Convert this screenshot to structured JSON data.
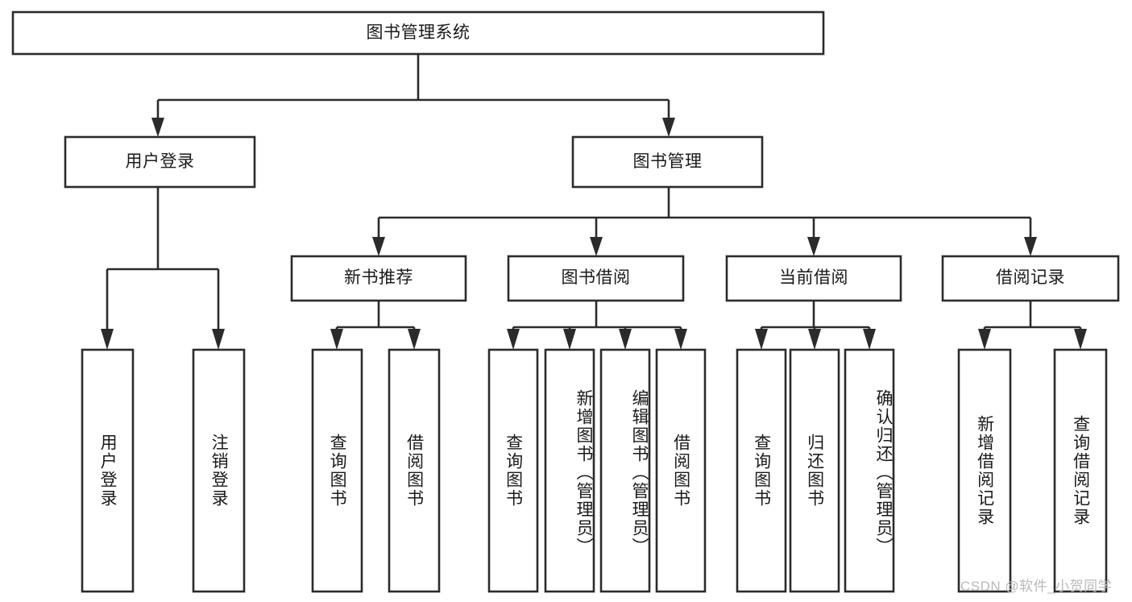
{
  "diagram": {
    "title": "图书管理系统",
    "watermark": "CSDN @软件_小贺同学",
    "colors": {
      "stroke": "#2b2b2b",
      "fill": "#ffffff",
      "text": "#1a1a1a",
      "watermark": "#b9b9b9"
    },
    "root": {
      "id": "root",
      "label": "图书管理系统",
      "orientation": "horizontal"
    },
    "level2": [
      {
        "id": "user-login",
        "label": "用户登录",
        "orientation": "horizontal"
      },
      {
        "id": "book-manage",
        "label": "图书管理",
        "orientation": "horizontal"
      }
    ],
    "level3": [
      {
        "id": "new-book-recommend",
        "label": "新书推荐",
        "orientation": "horizontal",
        "parent": "book-manage"
      },
      {
        "id": "book-borrow",
        "label": "图书借阅",
        "orientation": "horizontal",
        "parent": "book-manage"
      },
      {
        "id": "current-borrow",
        "label": "当前借阅",
        "orientation": "horizontal",
        "parent": "book-manage"
      },
      {
        "id": "borrow-record",
        "label": "借阅记录",
        "orientation": "horizontal",
        "parent": "book-manage"
      }
    ],
    "leaves": [
      {
        "id": "leaf-user-login",
        "label": "用户登录",
        "orientation": "vertical",
        "parent": "user-login"
      },
      {
        "id": "leaf-logout-login",
        "label": "注销登录",
        "orientation": "vertical",
        "parent": "user-login"
      },
      {
        "id": "leaf-query-book-1",
        "label": "查询图书",
        "orientation": "vertical",
        "parent": "new-book-recommend"
      },
      {
        "id": "leaf-borrow-book-1",
        "label": "借阅图书",
        "orientation": "vertical",
        "parent": "new-book-recommend"
      },
      {
        "id": "leaf-query-book-2",
        "label": "查询图书",
        "orientation": "vertical",
        "parent": "book-borrow"
      },
      {
        "id": "leaf-add-book",
        "label": "新增图书（管理员）",
        "orientation": "vertical",
        "parent": "book-borrow"
      },
      {
        "id": "leaf-edit-book",
        "label": "编辑图书（管理员）",
        "orientation": "vertical",
        "parent": "book-borrow"
      },
      {
        "id": "leaf-borrow-book-2",
        "label": "借阅图书",
        "orientation": "vertical",
        "parent": "book-borrow"
      },
      {
        "id": "leaf-query-book-3",
        "label": "查询图书",
        "orientation": "vertical",
        "parent": "current-borrow"
      },
      {
        "id": "leaf-return-book",
        "label": "归还图书",
        "orientation": "vertical",
        "parent": "current-borrow"
      },
      {
        "id": "leaf-confirm-return",
        "label": "确认归还（管理员）",
        "orientation": "vertical",
        "parent": "current-borrow"
      },
      {
        "id": "leaf-add-record",
        "label": "新增借阅记录",
        "orientation": "vertical",
        "parent": "borrow-record"
      },
      {
        "id": "leaf-query-record",
        "label": "查询借阅记录",
        "orientation": "vertical",
        "parent": "borrow-record"
      }
    ]
  }
}
